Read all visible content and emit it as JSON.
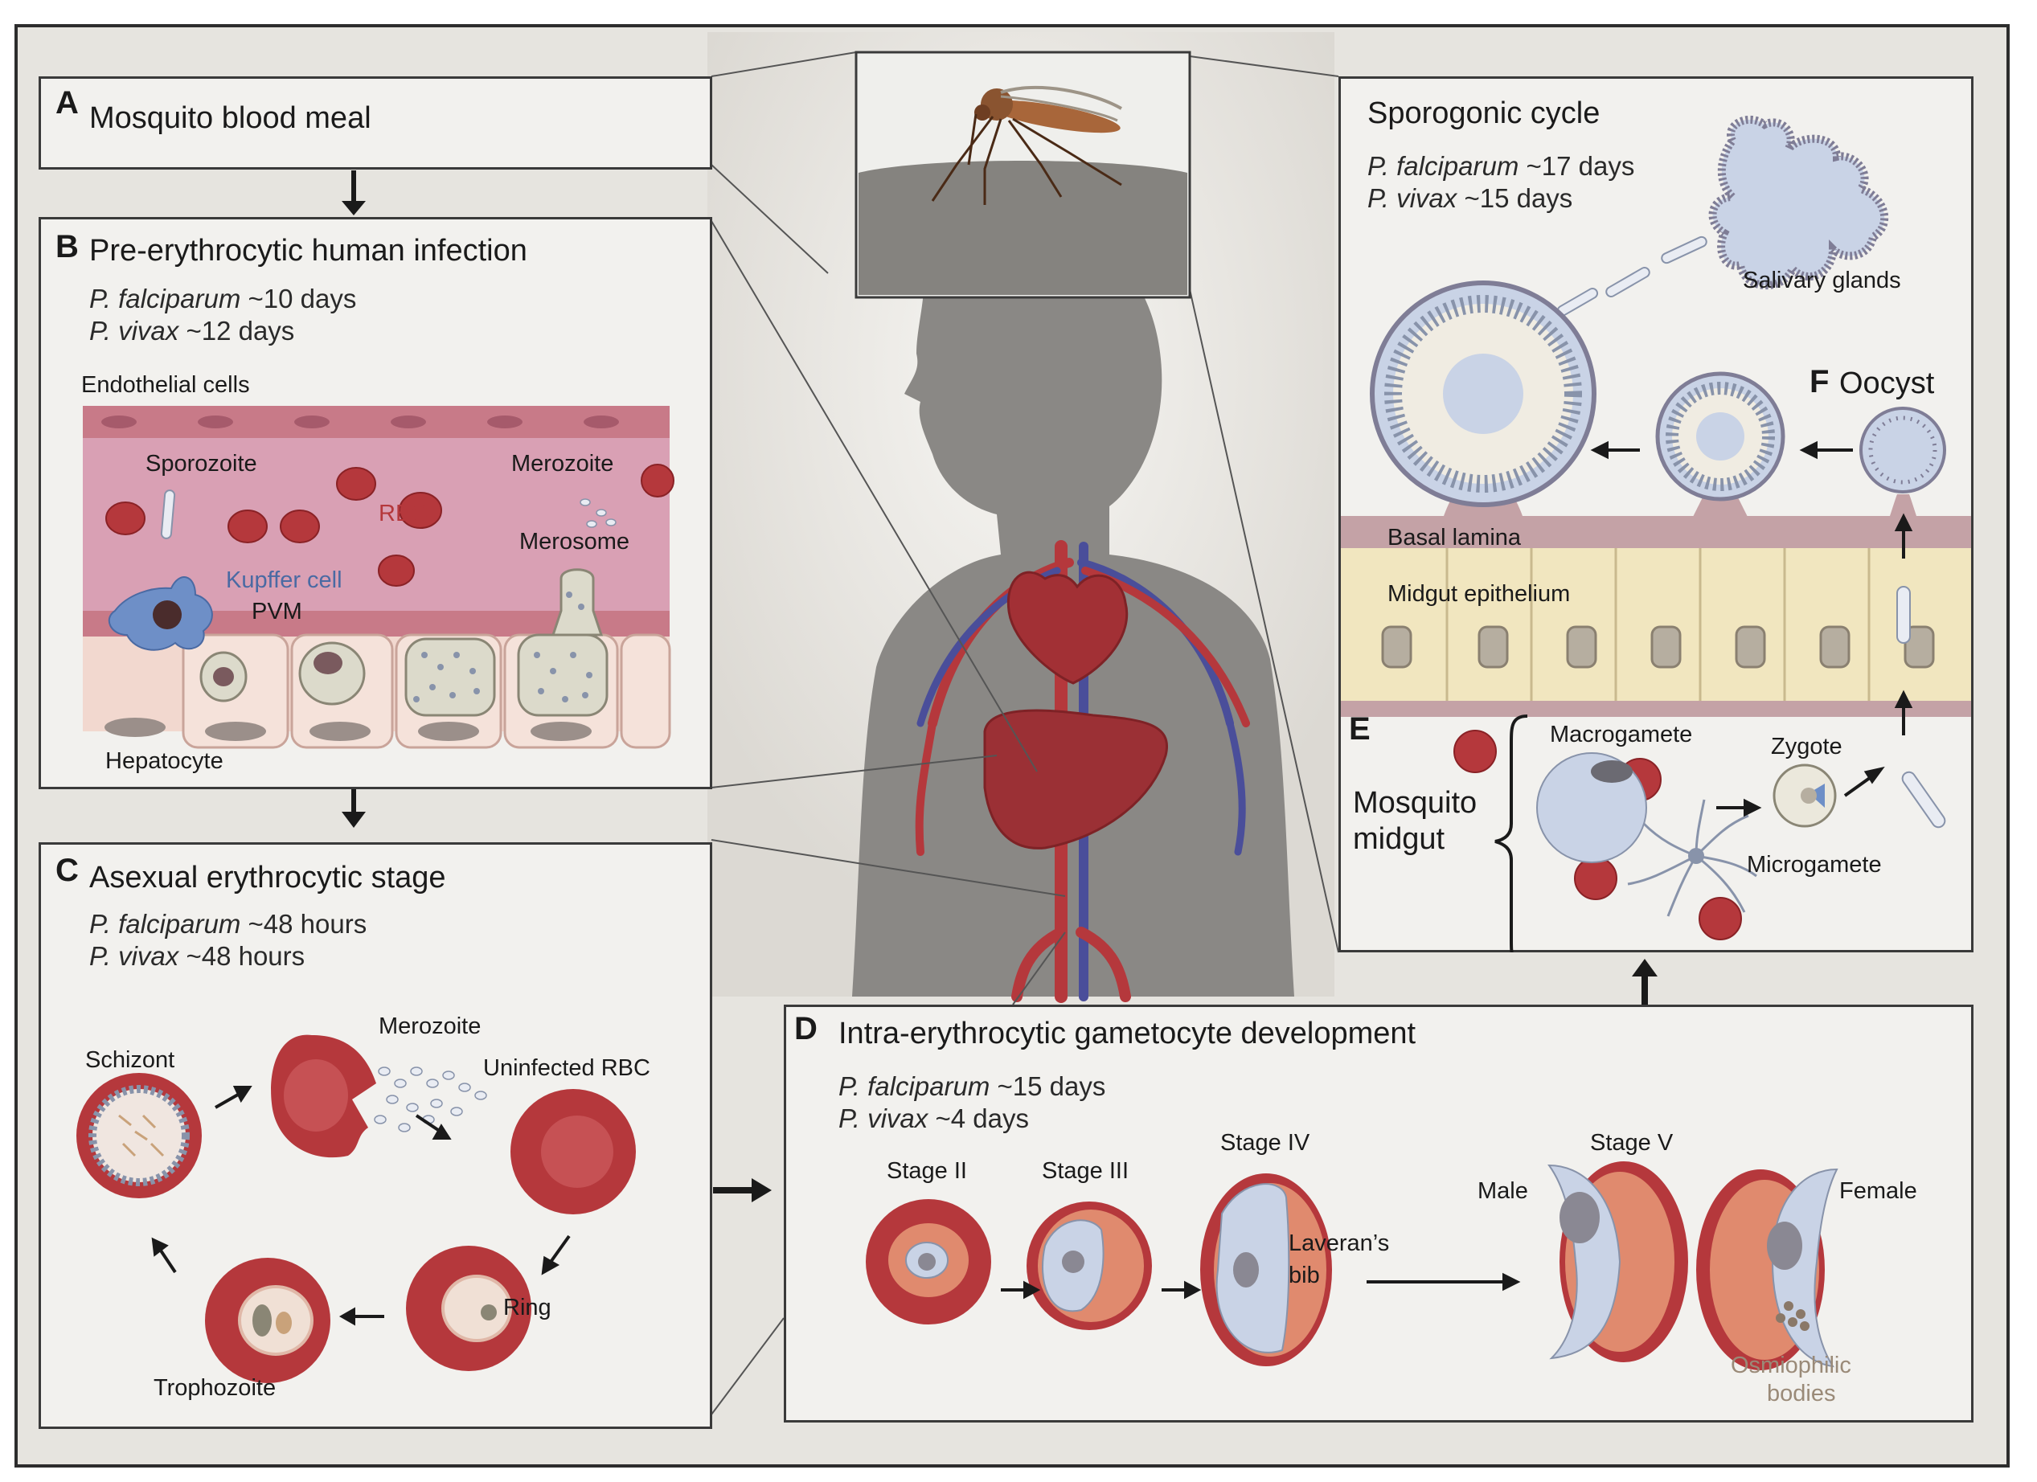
{
  "panel_a": {
    "letter": "A",
    "title": "Mosquito blood meal"
  },
  "panel_b": {
    "letter": "B",
    "title": "Pre-erythrocytic human infection",
    "pf_species": "P. falciparum",
    "pf_time": "~10 days",
    "pv_species": "P. vivax",
    "pv_time": "~12 days",
    "labels": {
      "endothelial": "Endothelial cells",
      "sporozoite": "Sporozoite",
      "merozoite": "Merozoite",
      "rbc": "RBC",
      "merosome": "Merosome",
      "kupffer": "Kupffer cell",
      "pvm": "PVM",
      "hepatocyte": "Hepatocyte"
    }
  },
  "panel_c": {
    "letter": "C",
    "title": "Asexual erythrocytic stage",
    "pf_species": "P. falciparum",
    "pf_time": "~48 hours",
    "pv_species": "P. vivax",
    "pv_time": "~48 hours",
    "labels": {
      "merozoite": "Merozoite",
      "schizont": "Schizont",
      "uninfected": "Uninfected RBC",
      "ring": "Ring",
      "trophozoite": "Trophozoite"
    }
  },
  "panel_d": {
    "letter": "D",
    "title": "Intra-erythrocytic gametocyte development",
    "pf_species": "P. falciparum",
    "pf_time": "~15 days",
    "pv_species": "P. vivax",
    "pv_time": "~4 days",
    "labels": {
      "stage2": "Stage II",
      "stage3": "Stage III",
      "stage4": "Stage IV",
      "stage5": "Stage V",
      "laveran1": "Laveran’s",
      "laveran2": "bib",
      "male": "Male",
      "female": "Female",
      "osmio1": "Osmiophilic",
      "osmio2": "bodies"
    }
  },
  "panel_sporogonic": {
    "title": "Sporogonic cycle",
    "pf_species": "P. falciparum",
    "pf_time": "~17 days",
    "pv_species": "P. vivax",
    "pv_time": "~15 days",
    "labels": {
      "salivary": "Salivary glands",
      "oocyst_letter": "F",
      "oocyst": "Oocyst",
      "basal": "Basal lamina",
      "midgut_epi": "Midgut epithelium",
      "e_letter": "E",
      "mosquito1": "Mosquito",
      "mosquito2": "midgut",
      "macrogamete": "Macrogamete",
      "zygote": "Zygote",
      "microgamete": "Microgamete"
    }
  },
  "colors": {
    "panel_bg": "#f2f1ee",
    "rbc": "#b5383c",
    "rbc_light": "#d9686a",
    "endothelium": "#c87a88",
    "blood_vessel": "#d9a0b4",
    "hepatocyte": "#f2d8cf",
    "parasite_blue": "#c9d3e6",
    "body_gray": "#8a8885",
    "epithelium": "#f1e6bf",
    "basal": "#c4a2a6",
    "kupffer": "#6e8fc7"
  }
}
